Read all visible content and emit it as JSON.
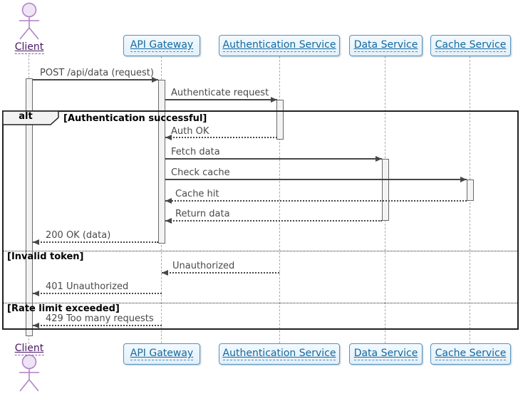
{
  "diagram": {
    "type": "uml-sequence-diagram",
    "actor": {
      "label": "Client"
    },
    "participants": [
      {
        "label": "API Gateway"
      },
      {
        "label": "Authentication Service"
      },
      {
        "label": "Data Service"
      },
      {
        "label": "Cache Service"
      }
    ],
    "fragment": {
      "operator": "alt",
      "guards": [
        "[Authentication successful]",
        "[Invalid token]",
        "[Rate limit exceeded]"
      ]
    },
    "messages": [
      {
        "label": "POST /api/data (request)",
        "from": "Client",
        "to": "API Gateway",
        "line": "solid"
      },
      {
        "label": "Authenticate request",
        "from": "API Gateway",
        "to": "Authentication Service",
        "line": "solid"
      },
      {
        "label": "Auth OK",
        "from": "Authentication Service",
        "to": "API Gateway",
        "line": "dashed"
      },
      {
        "label": "Fetch data",
        "from": "API Gateway",
        "to": "Data Service",
        "line": "solid"
      },
      {
        "label": "Check cache",
        "from": "API Gateway",
        "to": "Cache Service",
        "line": "solid"
      },
      {
        "label": "Cache hit",
        "from": "Cache Service",
        "to": "API Gateway",
        "line": "dashed"
      },
      {
        "label": "Return data",
        "from": "Data Service",
        "to": "API Gateway",
        "line": "dashed"
      },
      {
        "label": "200 OK (data)",
        "from": "API Gateway",
        "to": "Client",
        "line": "dashed"
      },
      {
        "label": "Unauthorized",
        "from": "Authentication Service",
        "to": "API Gateway",
        "line": "dashed"
      },
      {
        "label": "401 Unauthorized",
        "from": "API Gateway",
        "to": "Client",
        "line": "dashed"
      },
      {
        "label": "429 Too many requests",
        "from": "API Gateway",
        "to": "Client",
        "line": "dashed"
      }
    ],
    "colors": {
      "participant_fill": "#E8F3FB",
      "participant_border": "#5592BB",
      "participant_text": "#13699F",
      "actor_stroke": "#AE7FC6",
      "actor_head_fill": "#EFE3F6",
      "actor_text": "#471763",
      "message_text": "#4A4A4A",
      "arrow": "#474747",
      "lifeline": "#ADADAD",
      "activation_fill": "#F3F3F3",
      "fragment_border": "#222222"
    }
  }
}
